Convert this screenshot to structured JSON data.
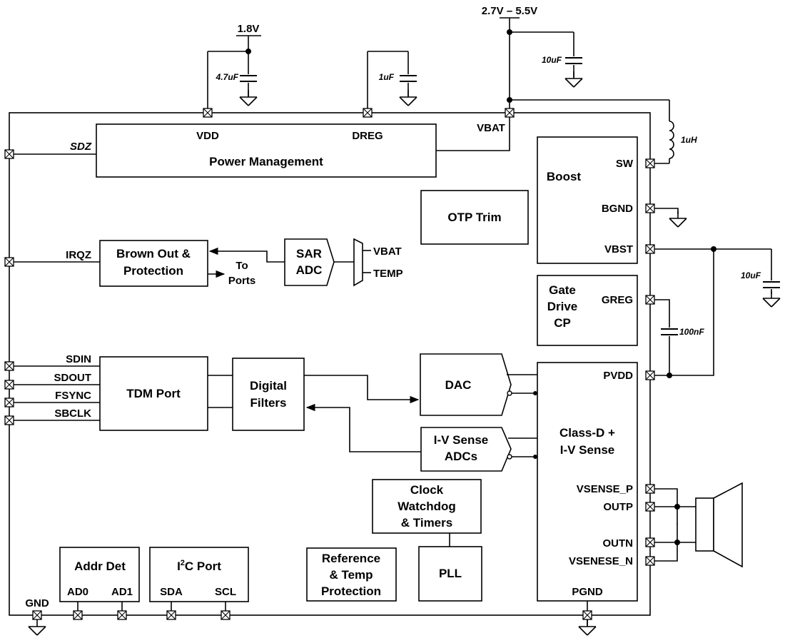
{
  "supplies": {
    "v18": "1.8V",
    "vin": "2.7V – 5.5V"
  },
  "components": {
    "c_vdd": "4.7uF",
    "c_dreg": "1uF",
    "c_vbat": "10uF",
    "inductor": "1uH",
    "c_vbst": "10uF",
    "c_greg": "100nF"
  },
  "blocks": {
    "power_mgmt": {
      "title": "Power Management",
      "vdd": "VDD",
      "dreg": "DREG",
      "vbat": "VBAT"
    },
    "otp": "OTP Trim",
    "boost": {
      "title": "Boost",
      "sw": "SW",
      "bgnd": "BGND",
      "vbst": "VBST"
    },
    "gate_drive": {
      "line1": "Gate",
      "line2": "Drive",
      "line3": "CP",
      "greg": "GREG"
    },
    "brownout": {
      "line1": "Brown Out &",
      "line2": "Protection",
      "to1": "To",
      "to2": "Ports"
    },
    "sar_adc": {
      "line1": "SAR",
      "line2": "ADC",
      "vbat": "VBAT",
      "temp": "TEMP"
    },
    "tdm": "TDM Port",
    "filters": {
      "line1": "Digital",
      "line2": "Filters"
    },
    "dac": "DAC",
    "iv_adc": {
      "line1": "I-V Sense",
      "line2": "ADCs"
    },
    "classd": {
      "line1": "Class-D +",
      "line2": "I-V Sense",
      "pvdd": "PVDD",
      "vsense_p": "VSENSE_P",
      "outp": "OUTP",
      "outn": "OUTN",
      "vsense_n": "VSENESE_N",
      "pgnd": "PGND"
    },
    "clock": {
      "line1": "Clock",
      "line2": "Watchdog",
      "line3": "& Timers"
    },
    "pll": "PLL",
    "reference": {
      "line1": "Reference",
      "line2": "& Temp",
      "line3": "Protection"
    },
    "addr": {
      "title": "Addr Det",
      "ad0": "AD0",
      "ad1": "AD1"
    },
    "i2c": {
      "title_pre": "I",
      "title_sup": "2",
      "title_post": "C Port",
      "sda": "SDA",
      "scl": "SCL"
    }
  },
  "pins_left": {
    "sdz": "SDZ",
    "irqz": "IRQZ",
    "sdin": "SDIN",
    "sdout": "SDOUT",
    "fsync": "FSYNC",
    "sbclk": "SBCLK",
    "gnd": "GND"
  },
  "icons": [
    "ground-icon",
    "capacitor-icon",
    "inductor-icon",
    "speaker-icon",
    "pin-icon",
    "mux-icon"
  ]
}
